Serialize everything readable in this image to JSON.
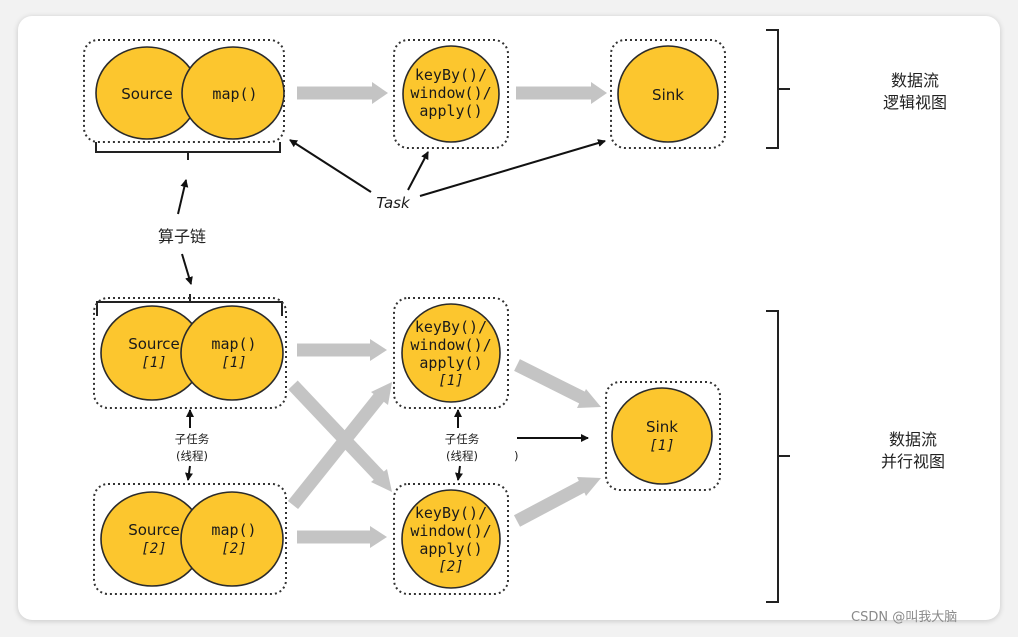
{
  "logical": {
    "source": "Source",
    "map": "map()",
    "keyby": [
      "keyBy()/",
      "window()/",
      "apply()"
    ],
    "sink": "Sink",
    "task": "Task",
    "chain": "算子链",
    "side_label": [
      "数据流",
      "逻辑视图"
    ]
  },
  "parallel": {
    "source": "Source",
    "map": "map()",
    "idx1": "[1]",
    "idx2": "[2]",
    "keyby": [
      "keyBy()/",
      "window()/",
      "apply()"
    ],
    "sink": "Sink",
    "subtask": [
      "子任务",
      "(线程)"
    ],
    "paren": ")",
    "side_label": [
      "数据流",
      "并行视图"
    ]
  },
  "watermark": "CSDN @叫我大脑"
}
